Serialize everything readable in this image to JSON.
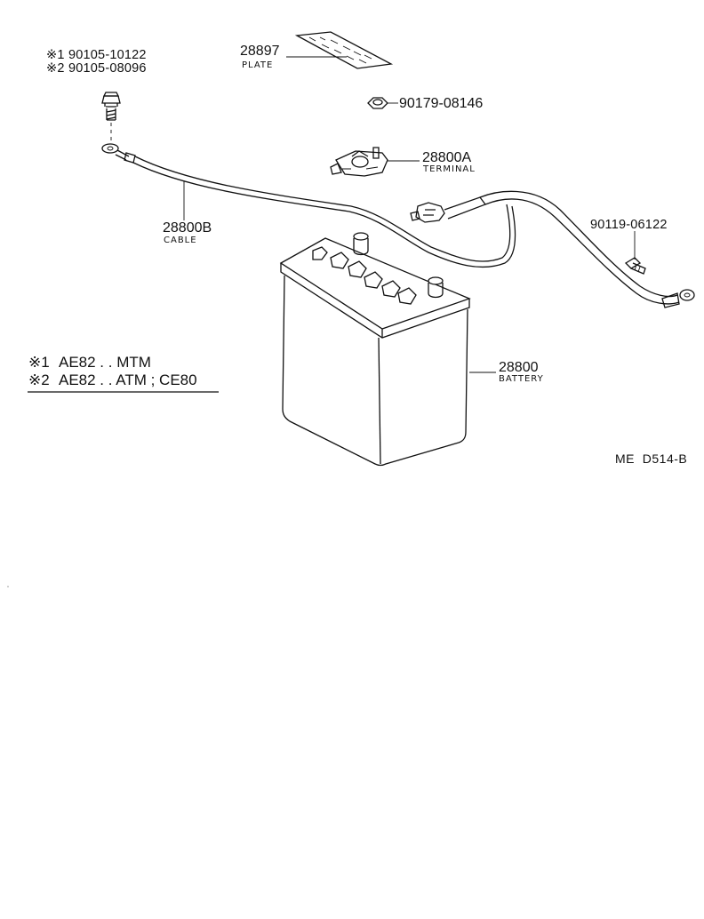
{
  "parts": {
    "bolt_1": {
      "mark": "※1",
      "number": "90105-10122"
    },
    "bolt_2": {
      "mark": "※2",
      "number": "90105-08096"
    },
    "plate": {
      "number": "28897",
      "name": "PLATE"
    },
    "nut": {
      "number": "90179-08146"
    },
    "terminal": {
      "number": "28800A",
      "name": "TERMINAL"
    },
    "cable": {
      "number": "28800B",
      "name": "CABLE"
    },
    "screw": {
      "number": "90119-06122"
    },
    "battery": {
      "number": "28800",
      "name": "BATTERY"
    }
  },
  "notes": [
    {
      "mark": "※1",
      "text": "AE82 . . MTM"
    },
    {
      "mark": "※2",
      "text": "AE82 . . ATM ; CE80"
    }
  ],
  "diagram_ref": "ME  D514-B"
}
